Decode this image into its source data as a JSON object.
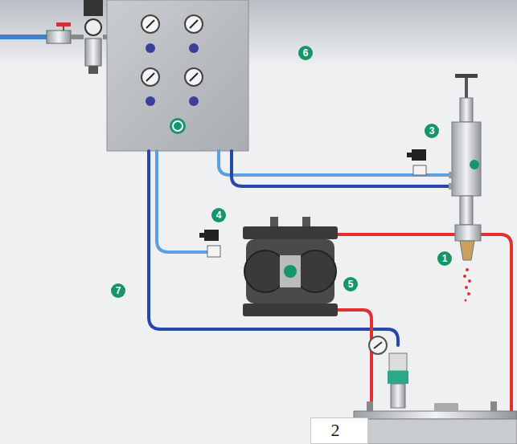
{
  "diagram": {
    "nodes": [
      {
        "text": [
          "2"
        ]
      }
    ],
    "labels": [
      "6",
      "3",
      "4",
      "1",
      "5",
      "7"
    ]
  }
}
